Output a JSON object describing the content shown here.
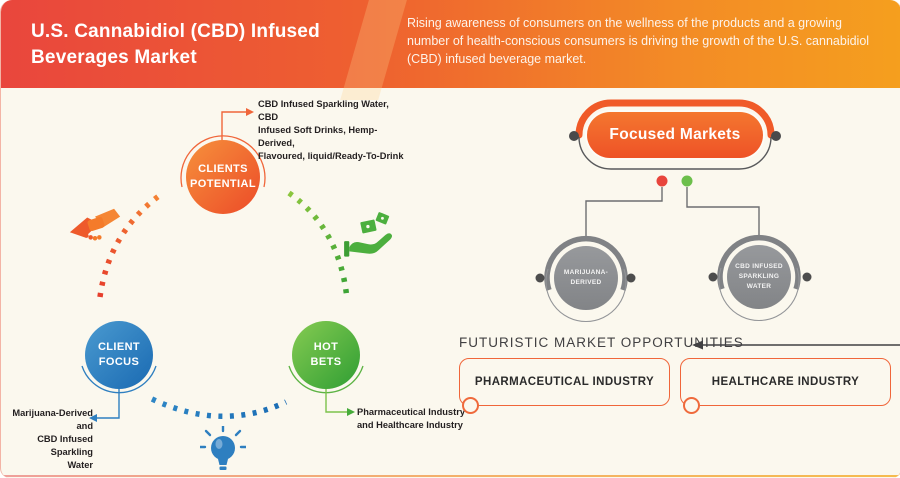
{
  "header": {
    "title": "U.S. Cannabidiol (CBD) Infused\nBeverages Market",
    "description": "Rising awareness of consumers on the wellness of the products and a growing number of health-conscious consumers is driving the growth of the U.S. cannabidiol (CBD) infused beverage market."
  },
  "cycle": {
    "nodes": [
      {
        "label": "CLIENTS\nPOTENTIAL",
        "annotation": "CBD Infused Sparkling Water, CBD\nInfused Soft Drinks, Hemp-Derived,\nFlavoured, liquid/Ready-To-Drink",
        "icon": "handshake-icon",
        "color": "#ee512b"
      },
      {
        "label": "CLIENT\nFOCUS",
        "annotation": "Marijuana-Derived and\nCBD Infused Sparkling\nWater",
        "icon": "lightbulb-icon",
        "color": "#1e72b8"
      },
      {
        "label": "HOT\nBETS",
        "annotation": "Pharmaceutical Industry\nand Healthcare Industry",
        "icon": "money-hand-icon",
        "color": "#46ab3a"
      }
    ]
  },
  "focused_markets": {
    "title": "Focused Markets",
    "items": [
      {
        "label": "MARIJUANA-\nDERIVED"
      },
      {
        "label": "CBD INFUSED\nSPARKLING\nWATER"
      }
    ],
    "legend_dot_colors": {
      "red": "#e8453c",
      "green": "#6cbf4b"
    }
  },
  "opportunities": {
    "heading": "FUTURISTIC MARKET OPPORTUNITIES",
    "boxes": [
      {
        "label": "PHARMACEUTICAL INDUSTRY"
      },
      {
        "label": "HEALTHCARE INDUSTRY"
      }
    ]
  },
  "colors": {
    "header_gradient_left": "#e9463d",
    "header_gradient_right": "#f59f1e",
    "background": "#fbf8ee",
    "accent_orange": "#f0663a",
    "gray_circle": "#8b8d90",
    "dark_text": "#231f20"
  }
}
